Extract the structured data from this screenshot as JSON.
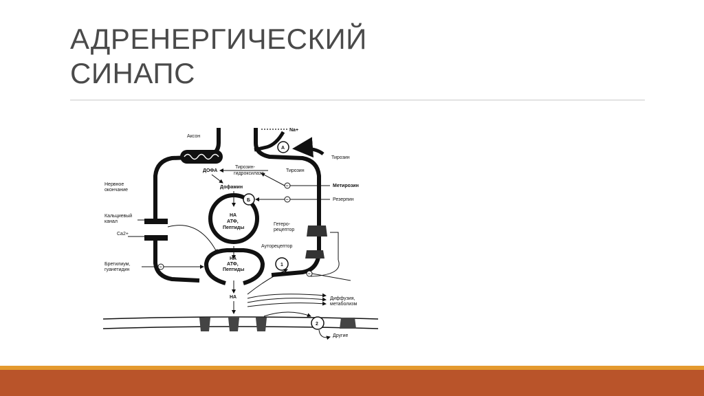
{
  "slide": {
    "title_line1": "АДРЕНЕРГИЧЕСКИЙ",
    "title_line2": "СИНАПС"
  },
  "diagram": {
    "axon": "Аксон",
    "na_plus": "Na+",
    "pump_a": "A",
    "tyrosine_right": "Тирозин",
    "tyrosine_hydroxylase_1": "Тирозин-",
    "tyrosine_hydroxylase_2": "гидроксилаза",
    "dopa": "ДОФА",
    "tyrosine_inner": "Тирозин",
    "nerve_ending_1": "Нервное",
    "nerve_ending_2": "окончание",
    "dopamine": "Дофамин",
    "metyrosine": "Метирозин",
    "vesicle_b": "Б",
    "reserpine": "Резерпин",
    "calcium_channel_1": "Кальциевый",
    "calcium_channel_2": "канал",
    "vesicle1_na": "НА",
    "vesicle1_atf": "АТФ,",
    "vesicle1_peptides": "Пептиды",
    "hetero_1": "Гетеро-",
    "hetero_2": "рецептор",
    "ca": "Ca2+",
    "autoreceptor": "Ауторецептор",
    "vesicle2_na": "НА",
    "vesicle2_atf": "АТФ,",
    "vesicle2_peptides": "Пептиды",
    "bretylium_1": "Бретилиум,",
    "bretylium_2": "гуанетидин",
    "minus": "−",
    "pump_1": "1",
    "na_release": "НА",
    "diffusion_1": "Диффузия,",
    "diffusion_2": "метаболизм",
    "pump_2": "2",
    "others": "Другие"
  }
}
